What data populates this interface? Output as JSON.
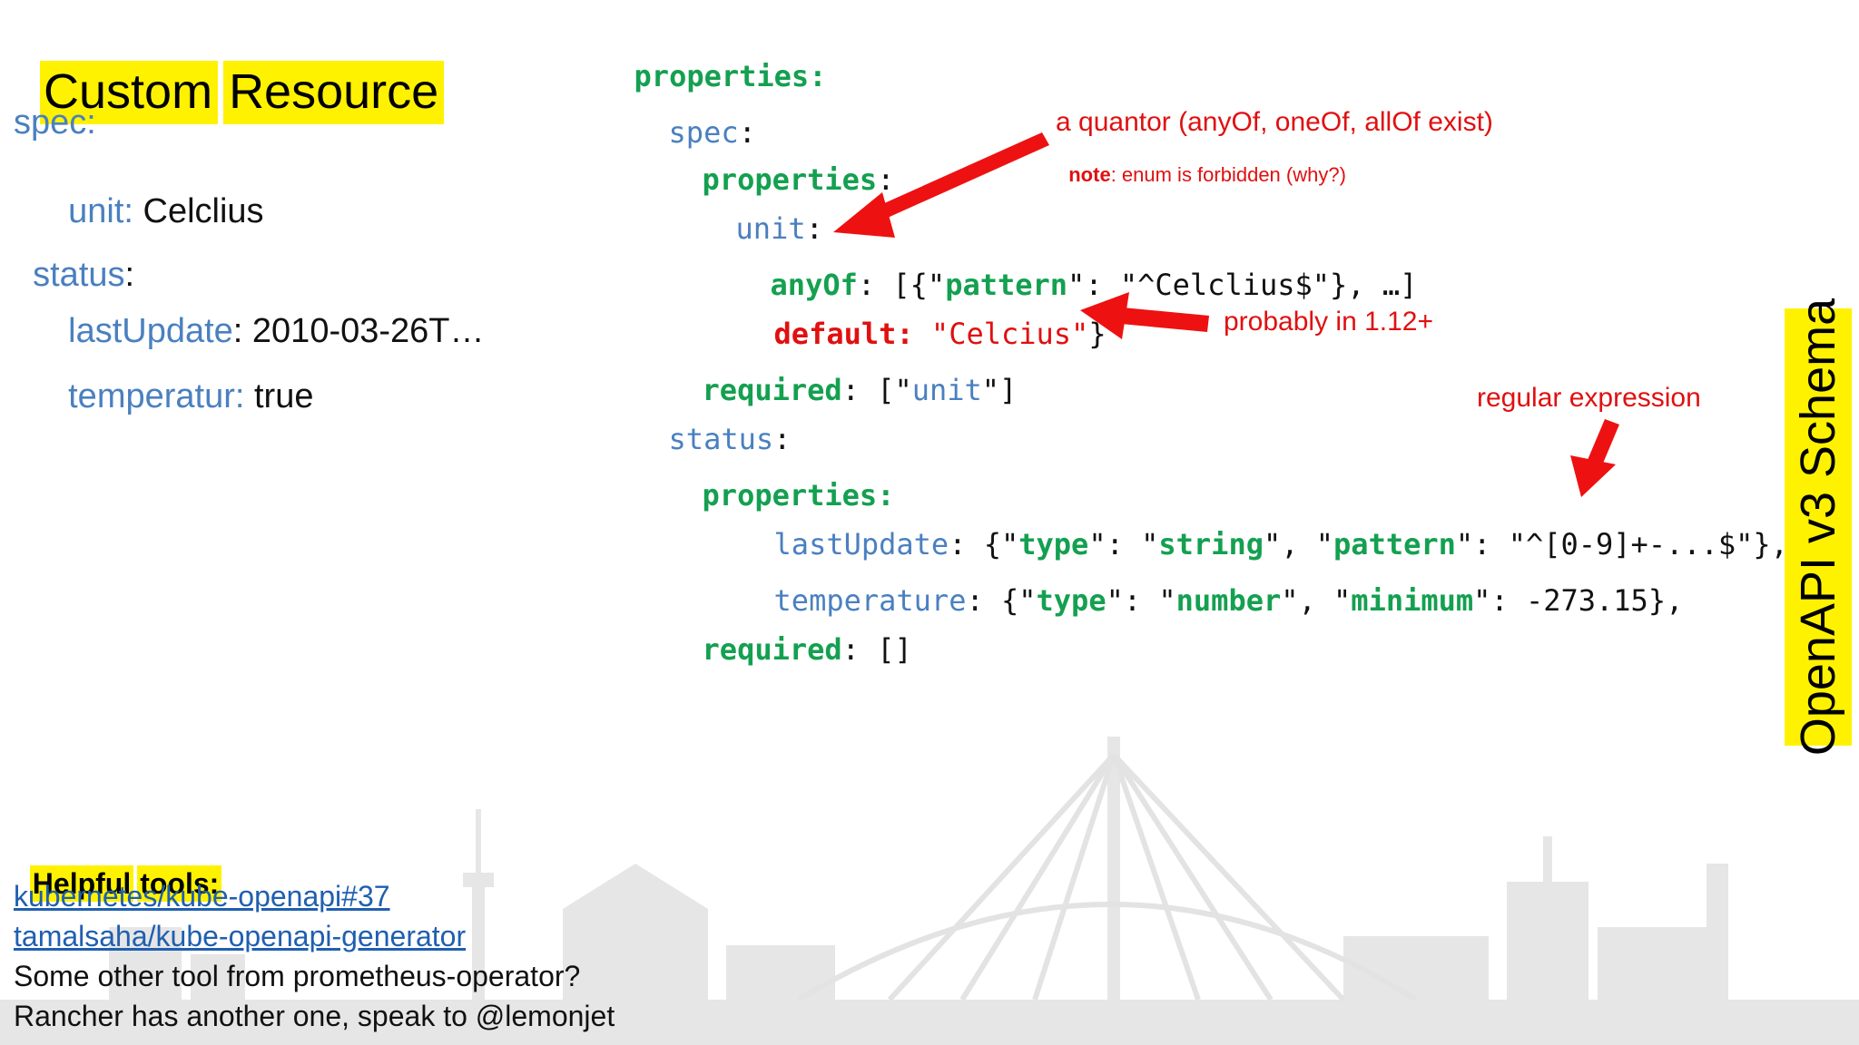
{
  "slide": {
    "title_word1": "Custom",
    "title_word2": "Resource",
    "side_title": "OpenAPI v3 Schema"
  },
  "left_yaml": {
    "spec_key": "spec:",
    "unit_key": "unit:",
    "unit_val": " Celclius",
    "status_key": "status",
    "status_colon": ":",
    "lastupdate_key": "lastUpdate",
    "lastupdate_val": ": 2010-03-26T…",
    "temperatur_key": "temperatur:",
    "temperatur_val": " true"
  },
  "schema": {
    "l1_key": "properties",
    "l1_colon": ":",
    "l2_key": "spec",
    "l2_colon": ":",
    "l3_key": "properties",
    "l3_colon": ":",
    "l4_key": "unit",
    "l4_colon": ":",
    "l5_key": "anyOf",
    "l5_colon": ": [{\"",
    "l5_pattern": "pattern",
    "l5_rest": "\": \"^Celclius$\"}, …]",
    "l6_key": "default",
    "l6_colon": ": ",
    "l6_val": "\"Celcius\"",
    "l6_end": "}",
    "l7_key": "required",
    "l7_open": ": [\"",
    "l7_val": "unit",
    "l7_close": "\"]",
    "l8_key": "status",
    "l8_colon": ":",
    "l9_key": "properties",
    "l9_colon": ":",
    "l10_key": "lastUpdate",
    "l10_a": ": {\"",
    "l10_type": "type",
    "l10_b": "\": \"",
    "l10_string": "string",
    "l10_c": "\", \"",
    "l10_pattern": "pattern",
    "l10_d": "\": \"^[0-9]+-...$\"},",
    "l11_key": "temperature",
    "l11_a": ": {\"",
    "l11_type": "type",
    "l11_b": "\": \"",
    "l11_number": "number",
    "l11_c": "\", \"",
    "l11_minimum": "minimum",
    "l11_d": "\": -273.15},",
    "l12_key": "required",
    "l12_rest": ": []"
  },
  "annotations": {
    "quantor": "a quantor (anyOf, oneOf, allOf exist)",
    "note_label": "note",
    "note_text": ": enum is forbidden (why?)",
    "probably": "probably in 1.12+",
    "regex": "regular expression"
  },
  "tools": {
    "heading_word1": "Helpful",
    "heading_word2": "tools:",
    "link1": "kubernetes/kube-openapi#37",
    "link2": "tamalsaha/kube-openapi-generator",
    "line3": "Some other tool from prometheus-operator?",
    "line4": "Rancher has another one, speak to @lemonjet"
  },
  "colors": {
    "highlight": "#fff200",
    "key_green": "#14a050",
    "key_blue": "#4a80c0",
    "annotation_red": "#e01010",
    "link_blue": "#1f5fb0"
  }
}
